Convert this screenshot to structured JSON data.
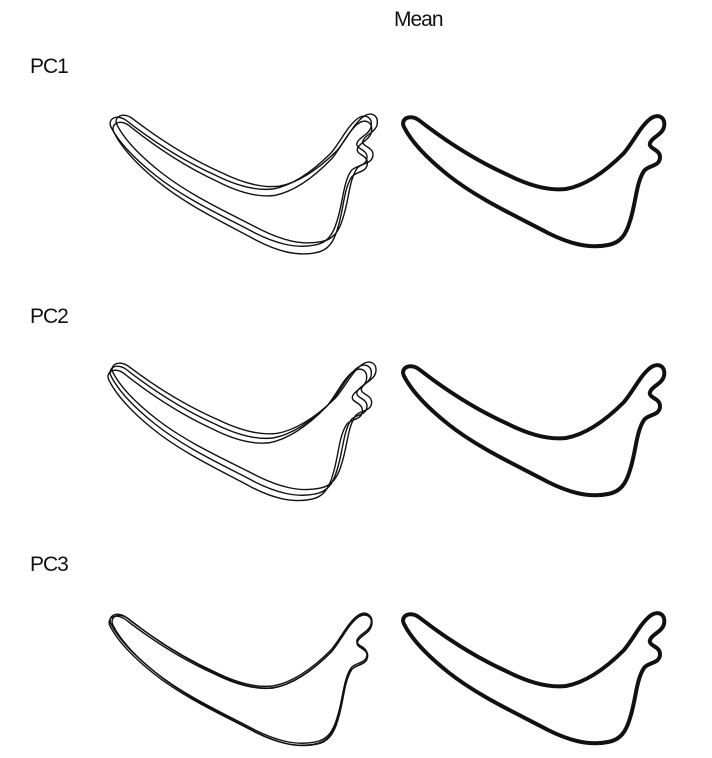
{
  "figure": {
    "column_header": "Mean",
    "rows": [
      {
        "label": "PC1",
        "variation_outline_count": 3
      },
      {
        "label": "PC2",
        "variation_outline_count": 3
      },
      {
        "label": "PC3",
        "variation_outline_count": 3
      }
    ],
    "outline_color": "#111111"
  }
}
